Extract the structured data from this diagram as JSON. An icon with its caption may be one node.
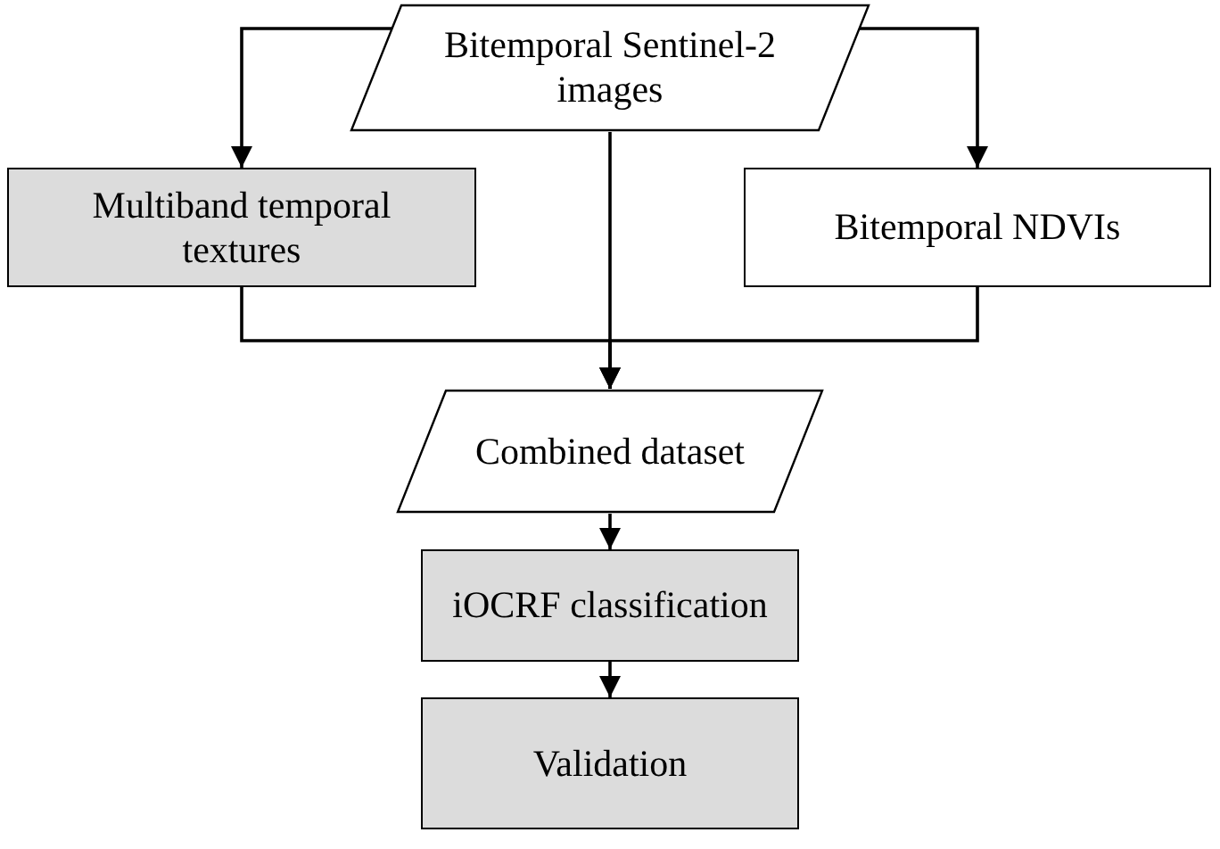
{
  "diagram": {
    "nodes": [
      {
        "text": [
          "Bitemporal Sentinel-2 images"
        ]
      },
      {
        "text": [
          "Multiband temporal textures"
        ]
      },
      {
        "text": [
          "Bitemporal NDVIs"
        ]
      },
      {
        "text": [
          "Combined dataset"
        ]
      },
      {
        "text": [
          "iOCRF classification"
        ]
      },
      {
        "text": [
          "Validation"
        ]
      }
    ],
    "edges": [
      {
        "from": 0,
        "to": 1,
        "arrow": "to"
      },
      {
        "from": 0,
        "to": 2,
        "arrow": "to"
      },
      {
        "from": 0,
        "to": 3,
        "arrow": "to"
      },
      {
        "from": 1,
        "to": 3,
        "arrow": "to"
      },
      {
        "from": 2,
        "to": 3,
        "arrow": "to"
      },
      {
        "from": 3,
        "to": 4,
        "arrow": "to"
      },
      {
        "from": 4,
        "to": 5,
        "arrow": "to"
      }
    ]
  }
}
